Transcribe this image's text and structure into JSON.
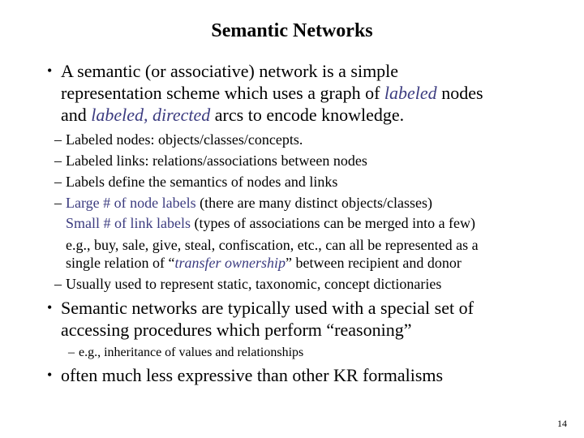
{
  "accent_color": "#3c3c80",
  "title": "Semantic Networks",
  "markers": {
    "bullet": "•",
    "dash": "–"
  },
  "page_number": "14",
  "content": {
    "bullet1": [
      [
        {
          "t": "A semantic (or associative) network is a simple"
        }
      ],
      [
        {
          "t": "representation scheme which uses a graph of "
        },
        {
          "t": "labeled",
          "s": "bi"
        },
        {
          "t": " nodes"
        }
      ],
      [
        {
          "t": "and "
        },
        {
          "t": "labeled, directed",
          "s": "bi"
        },
        {
          "t": " arcs to encode knowledge."
        }
      ]
    ],
    "sub_labeled_nodes": [
      {
        "t": "Labeled nodes: objects/classes/concepts."
      }
    ],
    "sub_labeled_links": [
      {
        "t": "Labeled links: relations/associations between nodes"
      }
    ],
    "sub_labels_define": [
      {
        "t": "Labels define the semantics of nodes and links"
      }
    ],
    "sub_large_labels": [
      {
        "t": "Large # of node labels",
        "s": "b"
      },
      {
        "t": " (there are many distinct objects/classes)"
      }
    ],
    "sub_small_labels": [
      {
        "t": "Small # of link labels",
        "s": "b"
      },
      {
        "t": " (types of associations can be merged into a few)"
      }
    ],
    "sub_example": [
      [
        {
          "t": "e.g., buy, sale, give, steal, confiscation, etc., can all be represented as a"
        }
      ],
      [
        {
          "t": "single relation of “"
        },
        {
          "t": "transfer ownership",
          "s": "bi"
        },
        {
          "t": "” between recipient and donor"
        }
      ]
    ],
    "sub_usually": [
      {
        "t": "Usually used to represent static, taxonomic, concept dictionaries"
      }
    ],
    "bullet2": [
      [
        {
          "t": "Semantic networks are typically used with a special set of"
        }
      ],
      [
        {
          "t": "accessing procedures which perform “reasoning”"
        }
      ]
    ],
    "sub_inheritance": [
      {
        "t": "e.g., inheritance of values and relationships"
      }
    ],
    "bullet3": [
      [
        {
          "t": "often much less expressive than other KR formalisms"
        }
      ]
    ]
  }
}
